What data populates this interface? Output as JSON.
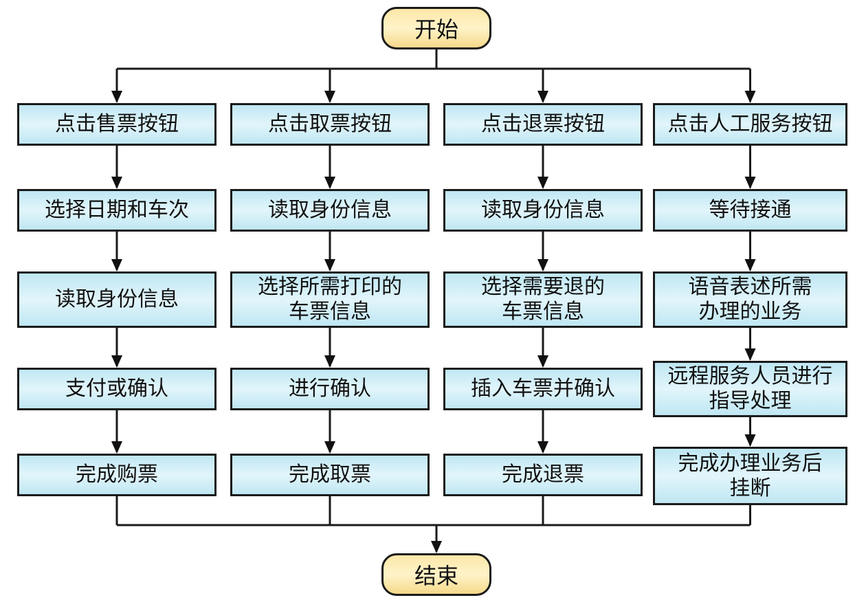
{
  "start": "开始",
  "end": "结束",
  "columns": [
    {
      "name": "sell",
      "steps": [
        "点击售票按钮",
        "选择日期和车次",
        "读取身份信息",
        "支付或确认",
        "完成购票"
      ]
    },
    {
      "name": "collect",
      "steps": [
        "点击取票按钮",
        "读取身份信息",
        "选择所需打印的\n车票信息",
        "进行确认",
        "完成取票"
      ]
    },
    {
      "name": "refund",
      "steps": [
        "点击退票按钮",
        "读取身份信息",
        "选择需要退的\n车票信息",
        "插入车票并确认",
        "完成退票"
      ]
    },
    {
      "name": "service",
      "steps": [
        "点击人工服务按钮",
        "等待接通",
        "语音表述所需\n办理的业务",
        "远程服务人员进行\n指导处理",
        "完成办理业务后\n挂断"
      ]
    }
  ],
  "colors": {
    "box_fill": "#d4eff8",
    "terminal_fill": "#fbe9ad",
    "stroke": "#1a1a1a"
  }
}
